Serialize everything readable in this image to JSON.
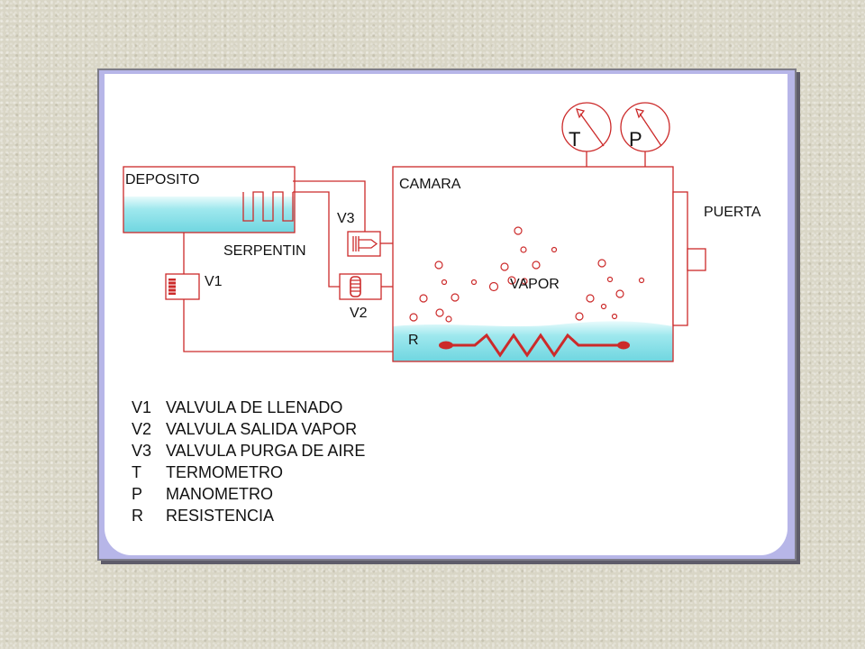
{
  "labels": {
    "deposito": "DEPOSITO",
    "camara": "CAMARA",
    "puerta": "PUERTA",
    "serpentin": "SERPENTIN",
    "vapor": "VAPOR",
    "v1": "V1",
    "v2": "V2",
    "v3": "V3",
    "t": "T",
    "p": "P",
    "r": "R"
  },
  "legend": [
    {
      "code": "V1",
      "text": "VALVULA DE LLENADO"
    },
    {
      "code": "V2",
      "text": "VALVULA SALIDA VAPOR"
    },
    {
      "code": "V3",
      "text": "VALVULA PURGA DE AIRE"
    },
    {
      "code": "T",
      "text": "TERMOMETRO"
    },
    {
      "code": "P",
      "text": "MANOMETRO"
    },
    {
      "code": "R",
      "text": "RESISTENCIA"
    }
  ],
  "colors": {
    "line": "#cc2a2a",
    "water": "#7fdde6",
    "slide_border": "#b7b6e8"
  }
}
